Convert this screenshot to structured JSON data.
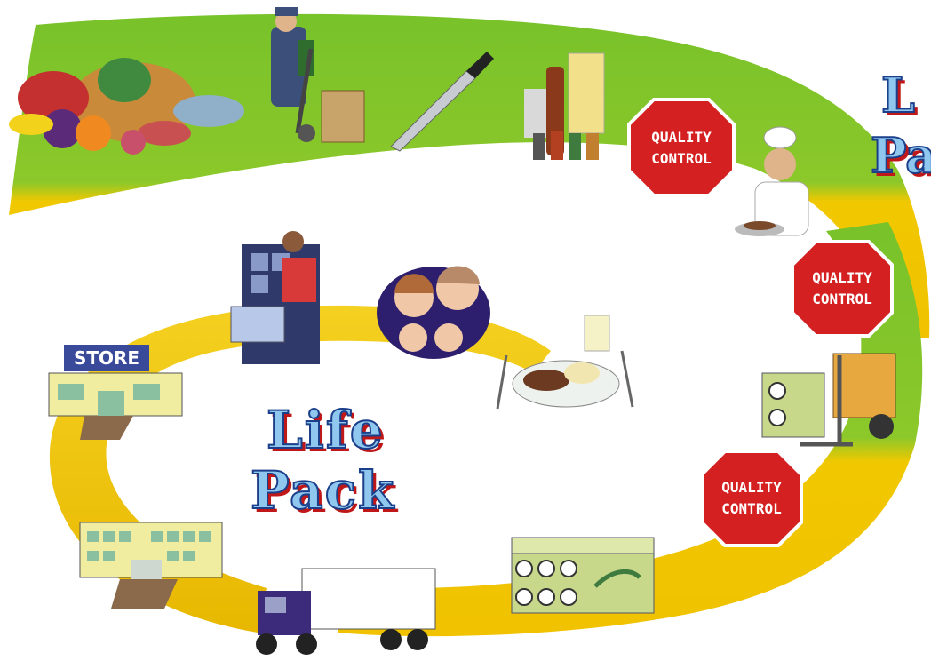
{
  "title": {
    "line1": "Life",
    "line2": "Pack"
  },
  "corner_title": {
    "line1": "L",
    "line2": "Pa"
  },
  "store_sign": "STORE",
  "quality_signs": [
    {
      "line1": "QUALITY",
      "line2": "CONTROL"
    },
    {
      "line1": "QUALITY",
      "line2": "CONTROL"
    },
    {
      "line1": "QUALITY",
      "line2": "CONTROL"
    }
  ],
  "colors": {
    "outer_band": "#7cc52a",
    "inner_band": "#f2c400",
    "stop_sign": "#d42020",
    "title_fill": "#8fc7ef",
    "title_shadow": "#c01818"
  }
}
